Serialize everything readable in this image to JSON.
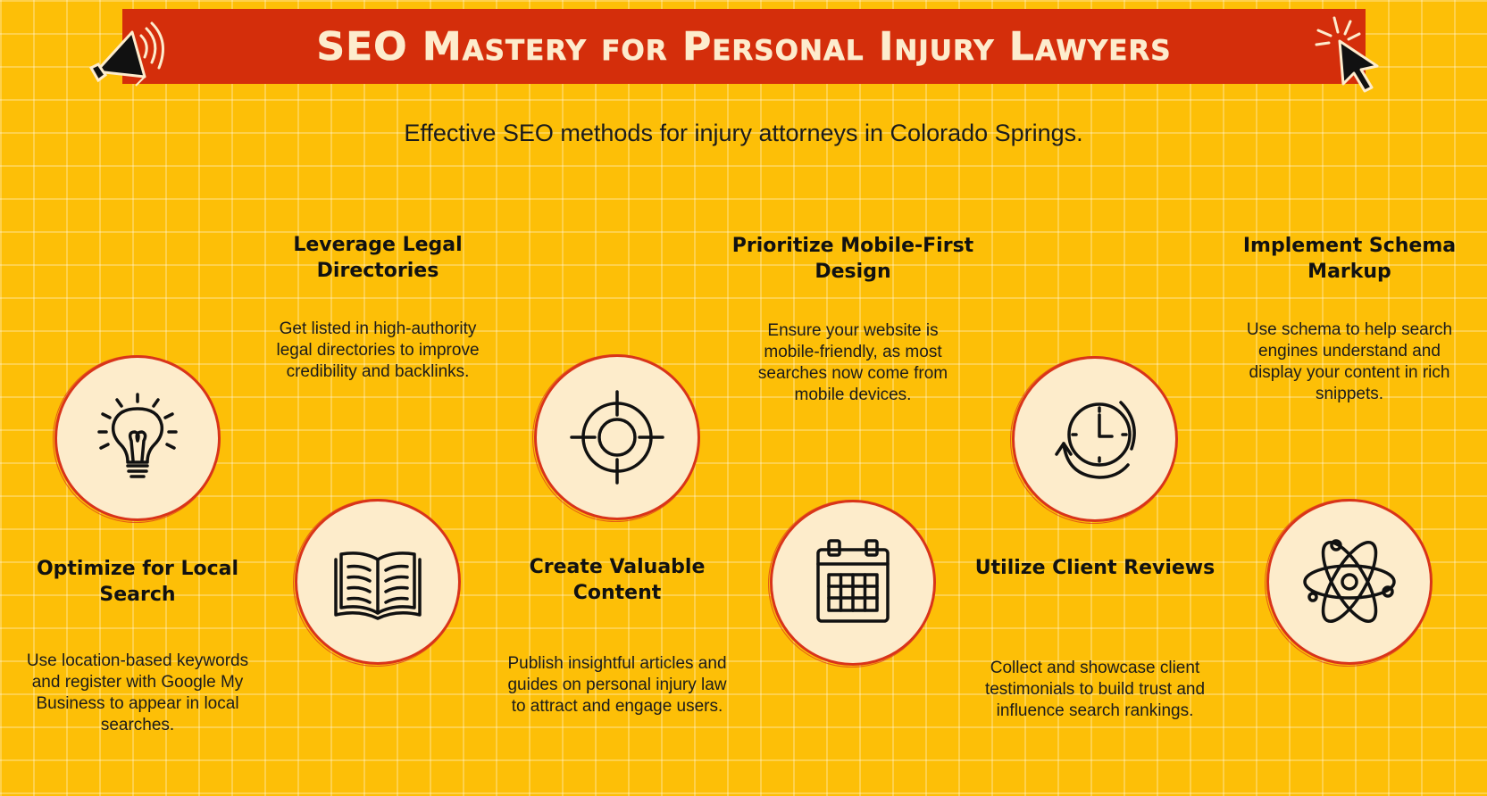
{
  "header": {
    "title": "SEO Mastery for Personal Injury Lawyers",
    "subtitle": "Effective SEO methods for injury attorneys in Colorado Springs."
  },
  "colors": {
    "background": "#fdbf07",
    "banner": "#d42e0b",
    "banner_text": "#fdeccd",
    "circle_fill": "#fdeccb",
    "circle_border": "#d9341a"
  },
  "decorations": {
    "left": "megaphone-icon",
    "right": "cursor-click-icon"
  },
  "steps": [
    {
      "heading": "Optimize for Local Search",
      "description": "Use location-based keywords and register with Google My Business to appear in local searches.",
      "icon": "lightbulb-icon"
    },
    {
      "heading": "Leverage Legal Directories",
      "description": "Get listed in high-authority legal directories to improve credibility and backlinks.",
      "icon": "open-book-icon"
    },
    {
      "heading": "Create Valuable Content",
      "description": "Publish insightful articles and guides on personal injury law to attract and engage users.",
      "icon": "target-crosshair-icon"
    },
    {
      "heading": "Prioritize Mobile-First Design",
      "description": "Ensure your website is mobile-friendly, as most searches now come from mobile devices.",
      "icon": "calendar-icon"
    },
    {
      "heading": "Utilize Client Reviews",
      "description": "Collect and showcase client testimonials to build trust and influence search rankings.",
      "icon": "clock-refresh-icon"
    },
    {
      "heading": "Implement Schema Markup",
      "description": "Use schema to help search engines understand and display your content in rich snippets.",
      "icon": "atom-icon"
    }
  ]
}
